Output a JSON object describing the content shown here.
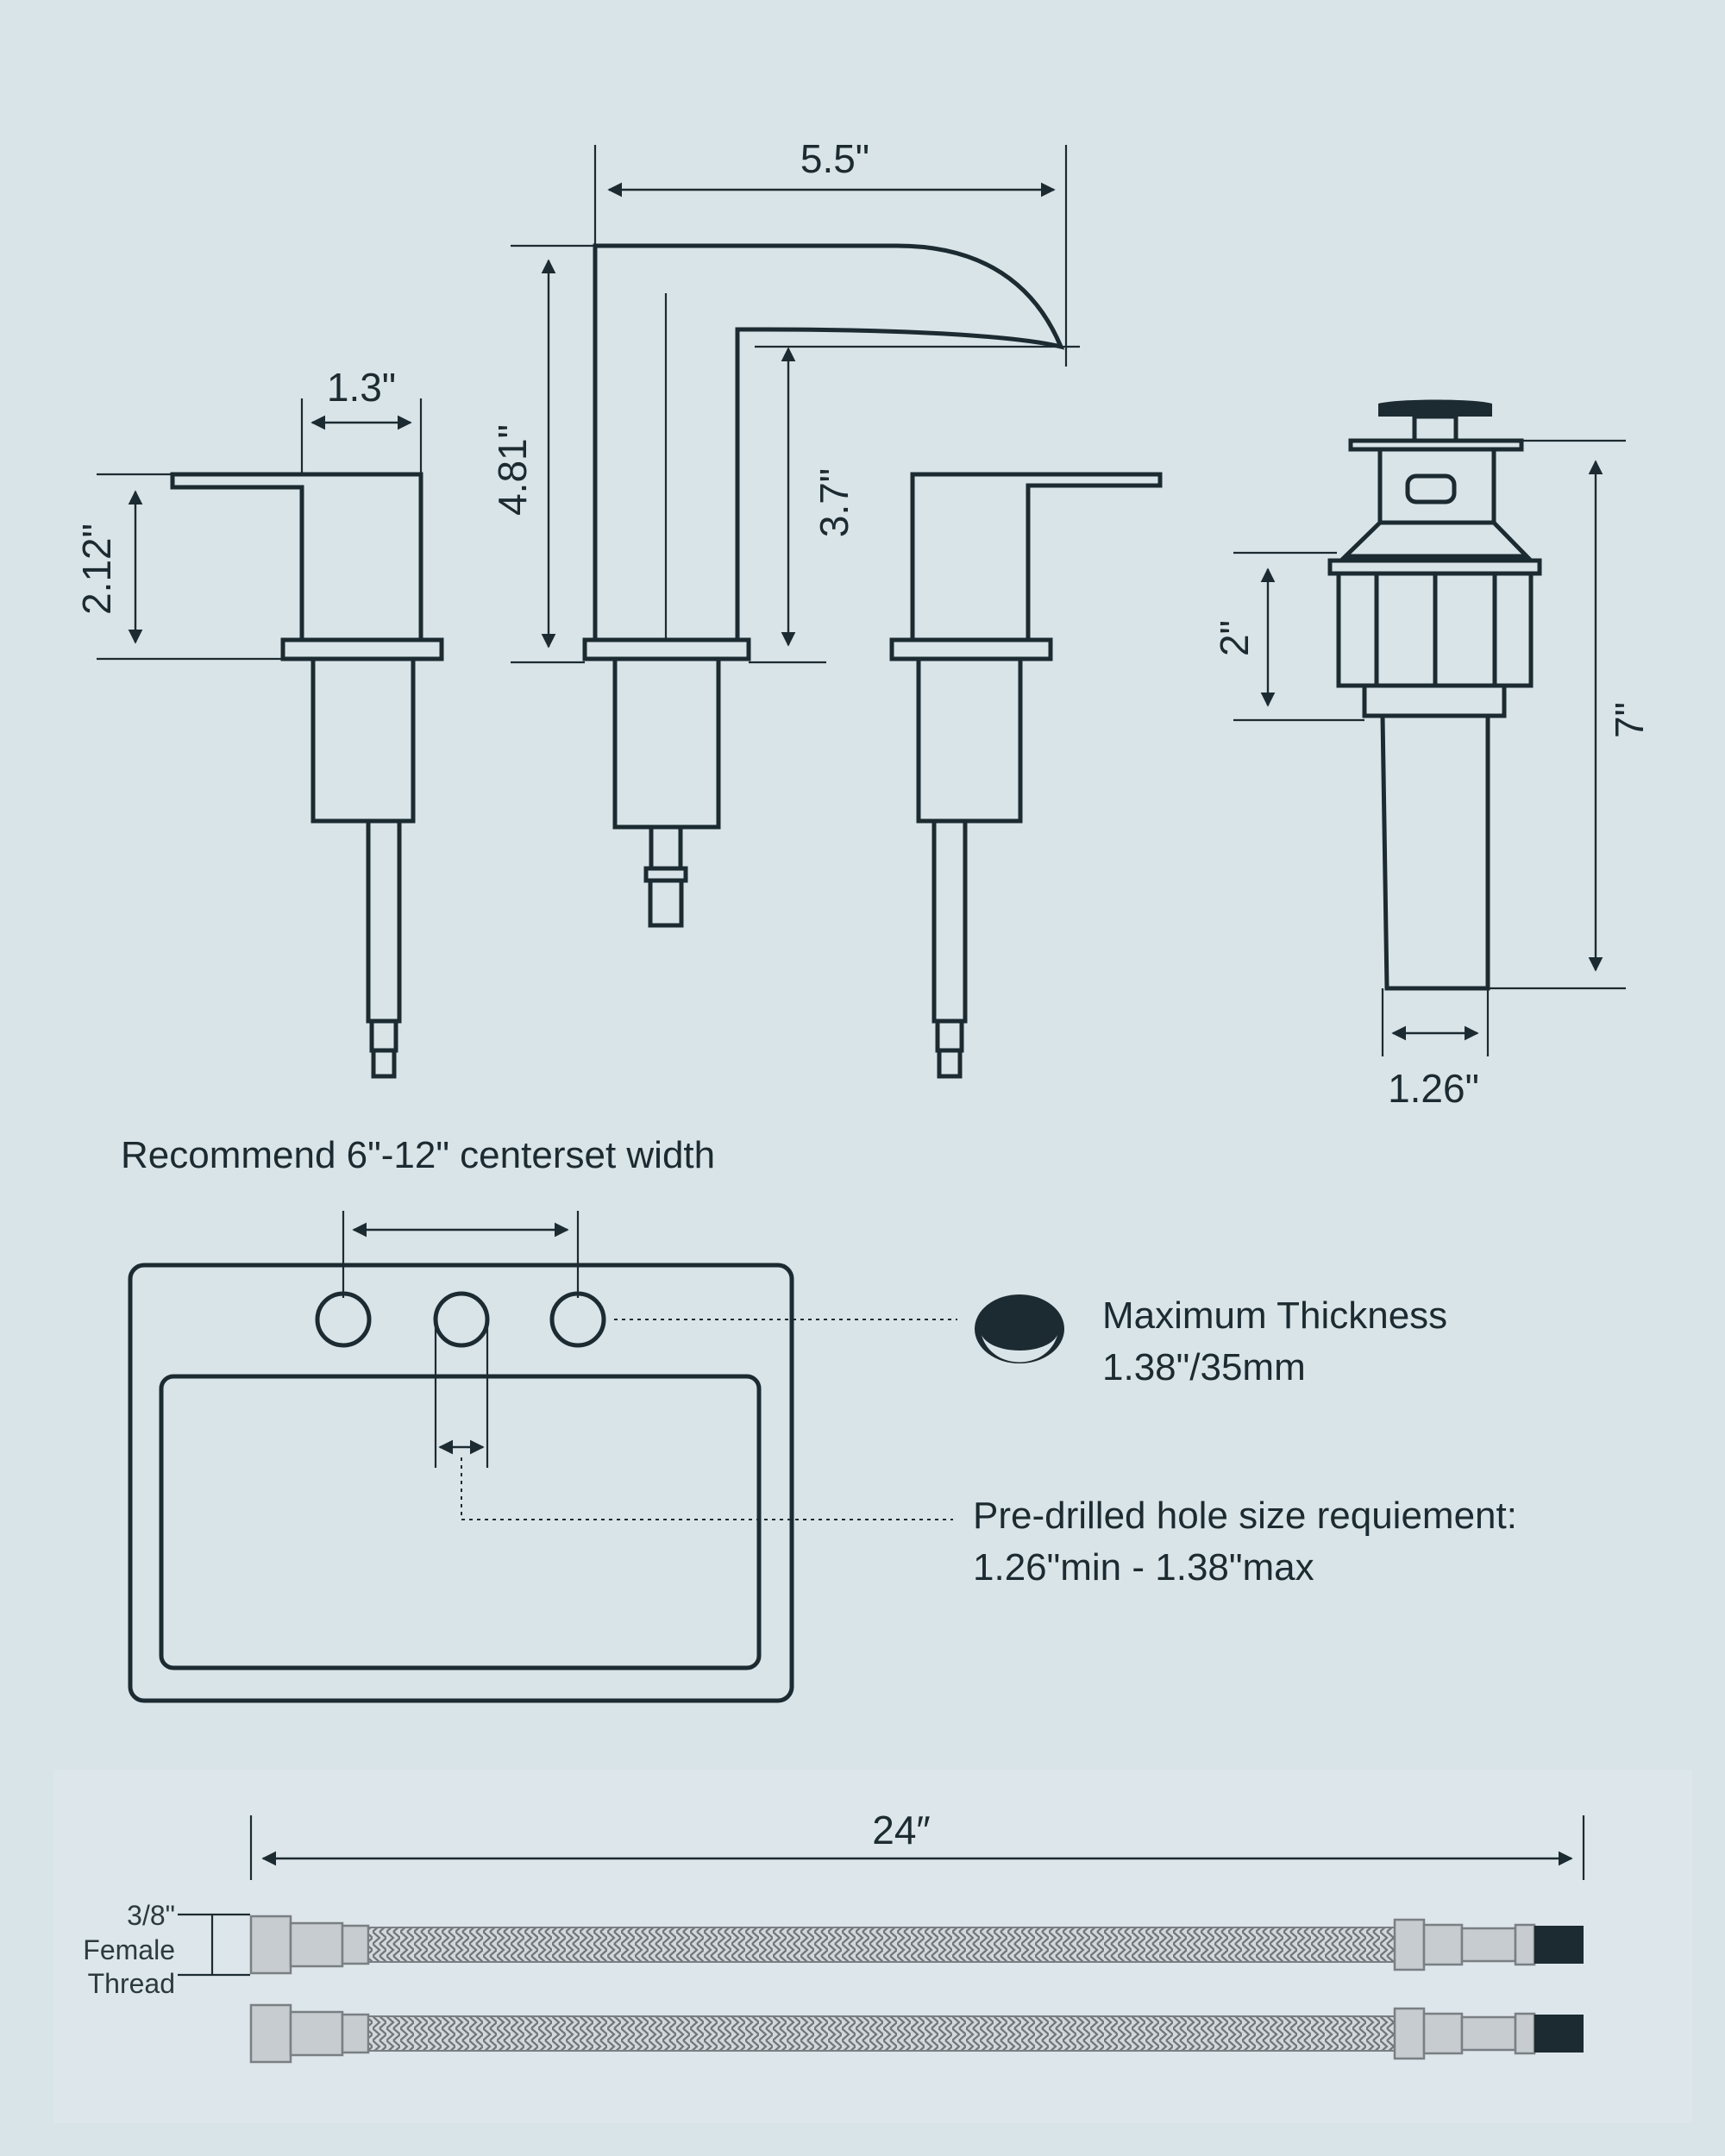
{
  "dimensions": {
    "spout_reach": "5.5\"",
    "spout_height": "4.81\"",
    "spout_clearance": "3.7\"",
    "handle_width": "1.3\"",
    "handle_height": "2.12\"",
    "drain_flange_height": "2\"",
    "drain_length": "7\"",
    "drain_diameter": "1.26\""
  },
  "sink": {
    "centerset_note": "Recommend 6\"-12\" centerset width",
    "thickness_title": "Maximum Thickness",
    "thickness_value": "1.38\"/35mm",
    "hole_title": "Pre-drilled hole size requiement:",
    "hole_value": "1.26\"min - 1.38\"max"
  },
  "hoses": {
    "length": "24″",
    "thread_line1": "3/8\"",
    "thread_line2": "Female",
    "thread_line3": "Thread"
  },
  "colors": {
    "background": "#d9e4e8",
    "line": "#1c2b31",
    "hose_braid": "#7a7f84"
  }
}
